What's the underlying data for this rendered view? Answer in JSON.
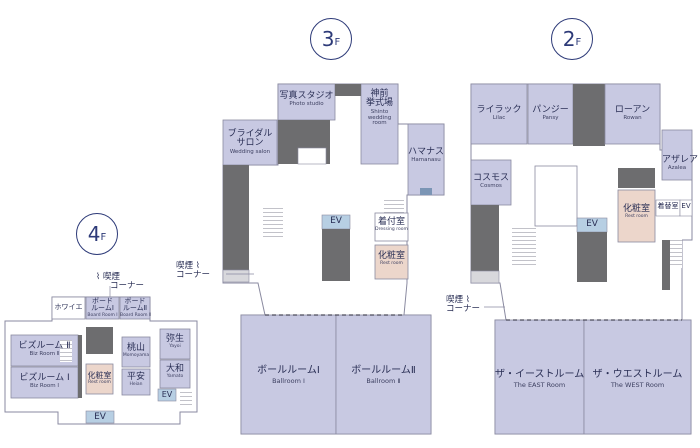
{
  "floors": {
    "f4": {
      "num": "4",
      "unit": "F"
    },
    "f3": {
      "num": "3",
      "unit": "F"
    },
    "f2": {
      "num": "2",
      "unit": "F"
    }
  },
  "rooms_4f": {
    "foyer": "ホワイエ",
    "board1_jp": "ボード\nルームⅠ",
    "board1_en": "Board Room Ⅰ",
    "board2_jp": "ボード\nルームⅡ",
    "board2_en": "Board Room Ⅱ",
    "biz2_jp": "ビズルーム Ⅱ",
    "biz2_en": "Biz Room Ⅱ",
    "biz1_jp": "ビズルーム Ⅰ",
    "biz1_en": "Biz Room Ⅰ",
    "powder_jp": "化粧室",
    "powder_en": "Rest room",
    "momoyama_jp": "桃山",
    "momoyama_en": "Momoyama",
    "heian_jp": "平安",
    "heian_en": "Heian",
    "yayoi_jp": "弥生",
    "yayoi_en": "Yayoi",
    "yamato_jp": "大和",
    "yamato_en": "Yamato",
    "ev1": "EV",
    "ev2": "EV",
    "smoke_1": "喫煙",
    "smoke_2": "コーナー"
  },
  "rooms_3f": {
    "photo_jp": "写真スタジオ",
    "photo_en": "Photo studio",
    "shinto_jp": "神前\n挙式場",
    "shinto_en": "Shinto\nwedding\nroom",
    "bridal_jp": "ブライダル\nサロン",
    "bridal_en": "Wedding salon",
    "hamanasu_jp": "ハマナス",
    "hamanasu_en": "Hamanasu",
    "ev": "EV",
    "dressing_jp": "着付室",
    "dressing_en": "Dressing room",
    "powder_jp": "化粧室",
    "powder_en": "Rest room",
    "ball1_jp": "ボールルームⅠ",
    "ball1_en": "Ballroom Ⅰ",
    "ball2_jp": "ボールルームⅡ",
    "ball2_en": "Ballroom Ⅱ",
    "smoke_1": "喫煙",
    "smoke_2": "コーナー"
  },
  "rooms_2f": {
    "lilac_jp": "ライラック",
    "lilac_en": "Lilac",
    "pansy_jp": "パンジー",
    "pansy_en": "Pansy",
    "rowan_jp": "ローアン",
    "rowan_en": "Rowan",
    "azalea_jp": "アザレア",
    "azalea_en": "Azalea",
    "cosmos_jp": "コスモス",
    "cosmos_en": "Cosmos",
    "powder_jp": "化粧室",
    "powder_en": "Rest room",
    "changing": "着替室",
    "ev1": "EV",
    "ev2": "EV",
    "east_jp": "ザ・イーストルーム",
    "east_en": "The EAST Room",
    "west_jp": "ザ・ウエストルーム",
    "west_en": "The WEST Room",
    "smoke_1": "喫煙",
    "smoke_2": "コーナー"
  },
  "colors": {
    "room": "#c8c9e2",
    "dark": "#6d6d6f",
    "restroom": "#ecd6cb",
    "ev": "#b7cfe3",
    "wall": "#8a8aa0",
    "navy": "#2d3a78"
  }
}
